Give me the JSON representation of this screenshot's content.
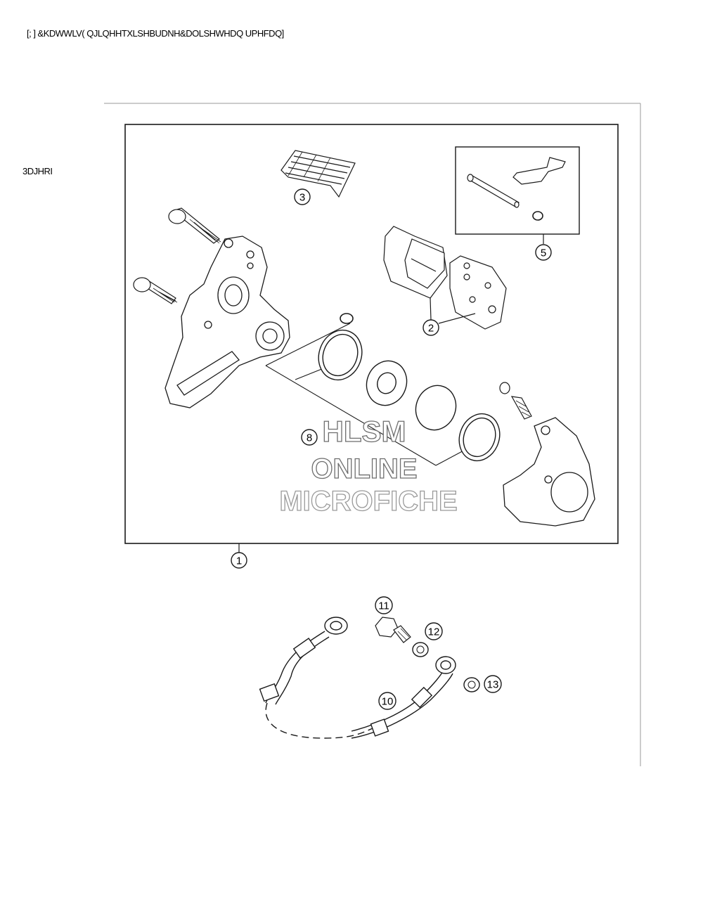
{
  "header": {
    "title": "[; ] &KDWWLV( QJLQHHTXLSHBUDNH&DOLSHWHDQ UPHFDQ]"
  },
  "side_label": "3DJHRI",
  "callouts": [
    "1",
    "2",
    "3",
    "5",
    "8",
    "10",
    "11",
    "12",
    "13"
  ],
  "watermark": {
    "line1": "HLSM",
    "line2": "ONLINE",
    "line3": "MICROFICHE"
  },
  "colors": {
    "line": "#1a1a1a",
    "frame": "#555555",
    "watermark_stroke": "#6e6e6e"
  }
}
